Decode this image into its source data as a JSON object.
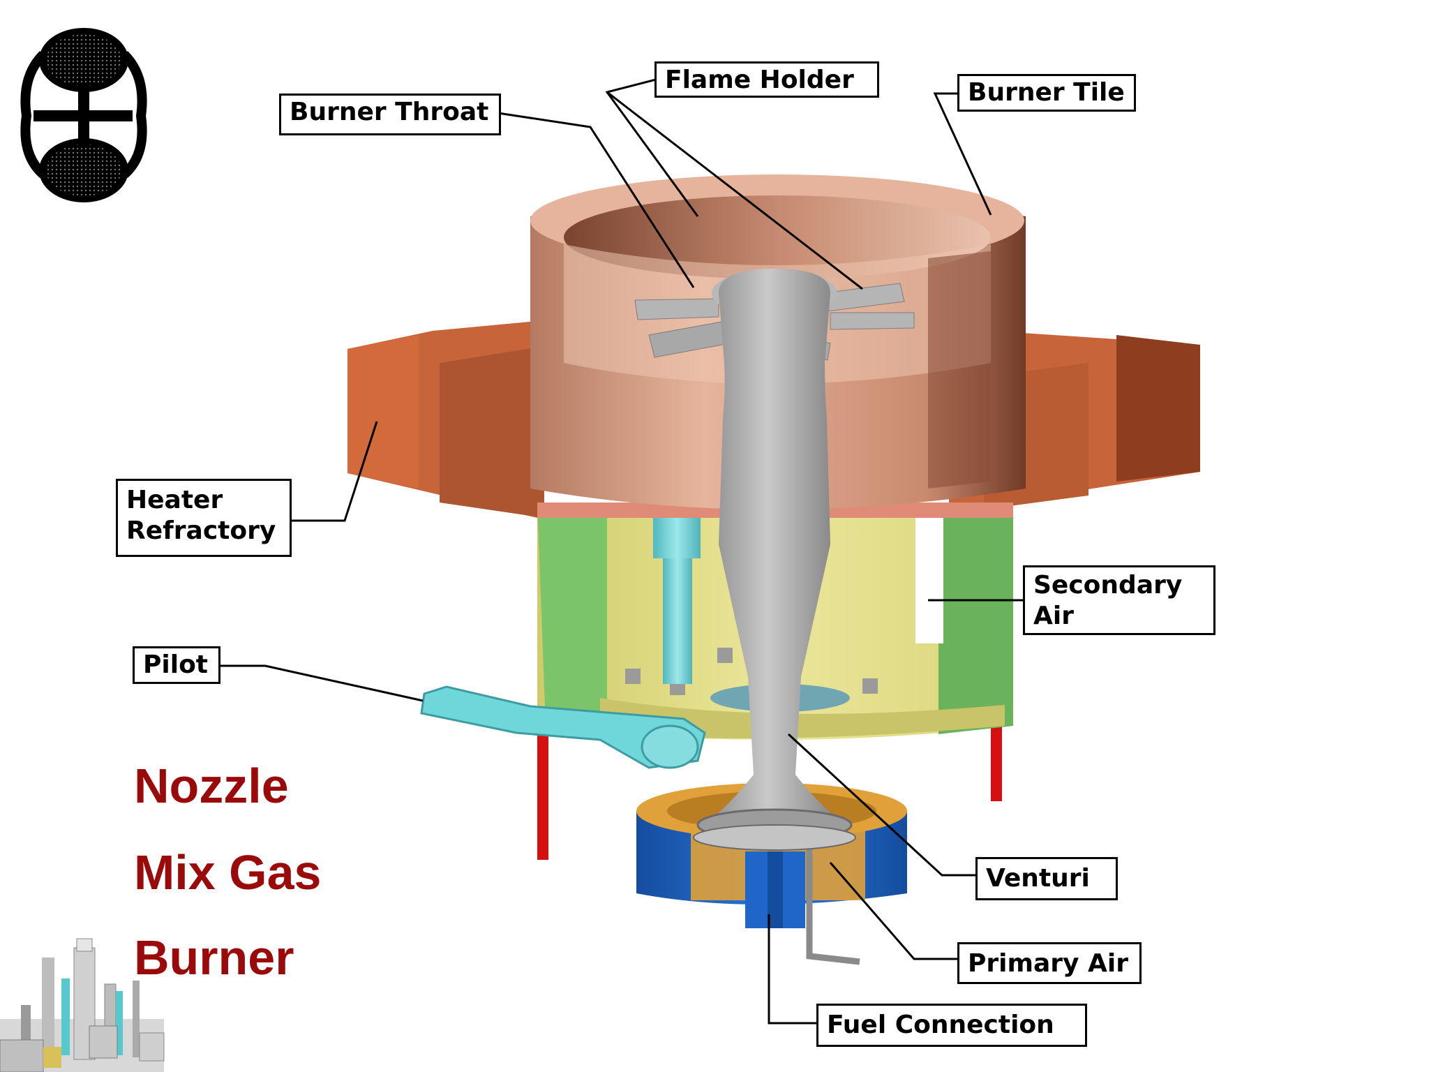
{
  "labels": {
    "flame_holder": "Flame Holder",
    "burner_throat": "Burner Throat",
    "burner_tile": "Burner Tile",
    "heater_refractory_1": "Heater",
    "heater_refractory_2": "Refractory",
    "secondary_air_1": "Secondary",
    "secondary_air_2": "Air",
    "pilot": "Pilot",
    "venturi": "Venturi",
    "primary_air": "Primary Air",
    "fuel_connection": "Fuel Connection"
  },
  "title": {
    "line1": "Nozzle",
    "line2": "Mix Gas",
    "line3": "Burner"
  },
  "colors": {
    "title": "#9b0a0a",
    "tile": "#d9a085",
    "refractory": "#c8643a",
    "air_housing": "#e2df86",
    "green_wall": "#7cc46a",
    "pilot": "#6fd6da",
    "nozzle_gray": "#a6a6a6",
    "base_blue": "#1f66c8",
    "base_gold": "#e0a13a",
    "red_bar": "#d41010"
  }
}
